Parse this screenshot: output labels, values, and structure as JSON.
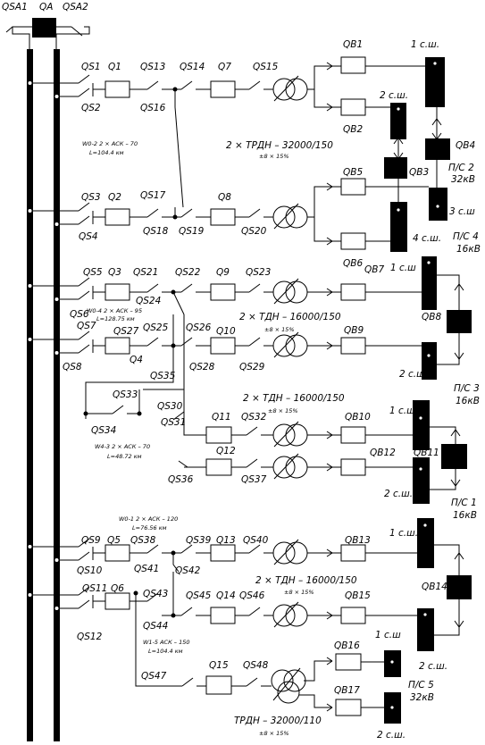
{
  "top": {
    "qsa1": "QSA1",
    "qa": "QA",
    "qsa2": "QSA2"
  },
  "switches": {
    "qs1": "QS1",
    "qs2": "QS2",
    "qs3": "QS3",
    "qs4": "QS4",
    "qs5": "QS5",
    "qs6": "QS6",
    "qs7": "QS7",
    "qs8": "QS8",
    "qs9": "QS9",
    "qs10": "QS10",
    "qs11": "QS11",
    "qs12": "QS12",
    "qs13": "QS13",
    "qs14": "QS14",
    "qs15": "QS15",
    "qs16": "QS16",
    "qs17": "QS17",
    "qs18": "QS18",
    "qs19": "QS19",
    "qs20": "QS20",
    "qs21": "QS21",
    "qs22": "QS22",
    "qs23": "QS23",
    "qs24": "QS24",
    "qs25": "QS25",
    "qs26": "QS26",
    "qs27": "QS27",
    "qs28": "QS28",
    "qs29": "QS29",
    "qs30": "QS30",
    "qs31": "QS31",
    "qs32": "QS32",
    "qs33": "QS33",
    "qs34": "QS34",
    "qs35": "QS35",
    "qs36": "QS36",
    "qs37": "QS37",
    "qs38": "QS38",
    "qs39": "QS39",
    "qs40": "QS40",
    "qs41": "QS41",
    "qs42": "QS42",
    "qs43": "QS43",
    "qs44": "QS44",
    "qs45": "QS45",
    "qs46": "QS46",
    "qs47": "QS47",
    "qs48": "QS48"
  },
  "breakers": {
    "q1": "Q1",
    "q2": "Q2",
    "q3": "Q3",
    "q4": "Q4",
    "q5": "Q5",
    "q6": "Q6",
    "q7": "Q7",
    "q8": "Q8",
    "q9": "Q9",
    "q10": "Q10",
    "q11": "Q11",
    "q12": "Q12",
    "q13": "Q13",
    "q14": "Q14",
    "q15": "Q15",
    "qb1": "QB1",
    "qb2": "QB2",
    "qb3": "QB3",
    "qb4": "QB4",
    "qb5": "QB5",
    "qb6": "QB6",
    "qb7": "QB7",
    "qb8": "QB8",
    "qb9": "QB9",
    "qb10": "QB10",
    "qb11": "QB11",
    "qb12": "QB12",
    "qb13": "QB13",
    "qb14": "QB14",
    "qb15": "QB15",
    "qb16": "QB16",
    "qb17": "QB17"
  },
  "transformers": {
    "t1": "2 × ТРДН – 32000/150",
    "t1_reg": "±8 × 15%",
    "t2": "2 × ТДН – 16000/150",
    "t2_reg": "±8 × 15%",
    "t3": "2 × ТДН – 16000/150",
    "t3_reg": "±8 × 15%",
    "t4": "2 × ТДН – 16000/150",
    "t4_reg": "±8 × 15%",
    "t5": "ТРДН – 32000/110",
    "t5_reg": "±8 × 15%"
  },
  "lines": {
    "w02_a": "W0-2 2 × АСК – 70",
    "w02_b": "L=104.4 км",
    "w04_a": "W0-4 2 × АСК – 95",
    "w04_b": "L=128.75 км",
    "w43_a": "W4-3 2 × АСК – 70",
    "w43_b": "L=48.72 км",
    "w01_a": "W0-1 2 × АСК – 120",
    "w01_b": "L=76.56 км",
    "w15_a": "W1-5 АСК – 150",
    "w15_b": "L=104.4 км"
  },
  "sections": {
    "s1": "1 с.ш.",
    "s2": "2 с.ш.",
    "s3": "3 с.ш",
    "s4": "4 с.ш.",
    "s5": "1 с.ш",
    "s6": "2 с.ш.",
    "s7": "1 с.ш.",
    "s8": "2 с.ш.",
    "s9": "1 с.ш.",
    "s10": "2 с.ш.",
    "s11": "1 с.ш",
    "s12": "2 с.ш."
  },
  "substations": {
    "ps2_a": "П/С 2",
    "ps2_b": "32кВ",
    "ps4_a": "П/С 4",
    "ps4_b": "16кВ",
    "ps3_a": "П/С 3",
    "ps3_b": "16кВ",
    "ps1_a": "П/С 1",
    "ps1_b": "16кВ",
    "ps5_a": "П/С 5",
    "ps5_b": "32кВ"
  }
}
